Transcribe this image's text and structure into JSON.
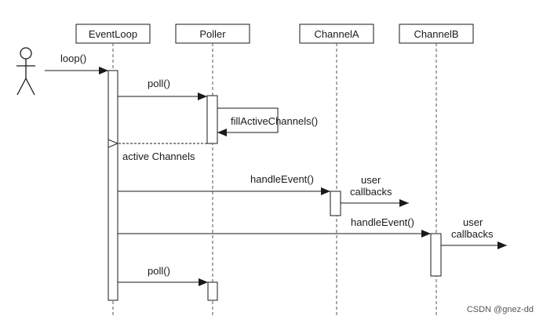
{
  "participants": [
    {
      "id": "eventloop",
      "name": "EventLoop"
    },
    {
      "id": "poller",
      "name": "Poller"
    },
    {
      "id": "channela",
      "name": "ChannelA"
    },
    {
      "id": "channelb",
      "name": "ChannelB"
    }
  ],
  "messages": {
    "loop": "loop()",
    "poll_1": "poll()",
    "fill_active": "fillActiveChannels()",
    "active_channels": "active Channels",
    "handle_event_a": "handleEvent()",
    "handle_event_b": "handleEvent()",
    "poll_2": "poll()"
  },
  "notes": {
    "user_callbacks_a": [
      "user",
      "callbacks"
    ],
    "user_callbacks_b": [
      "user",
      "callbacks"
    ]
  },
  "watermark": "CSDN @gnez-dd",
  "colors": {
    "line": "#1a1a1a",
    "lifeline": "#555555",
    "box_fill": "#ffffff"
  }
}
